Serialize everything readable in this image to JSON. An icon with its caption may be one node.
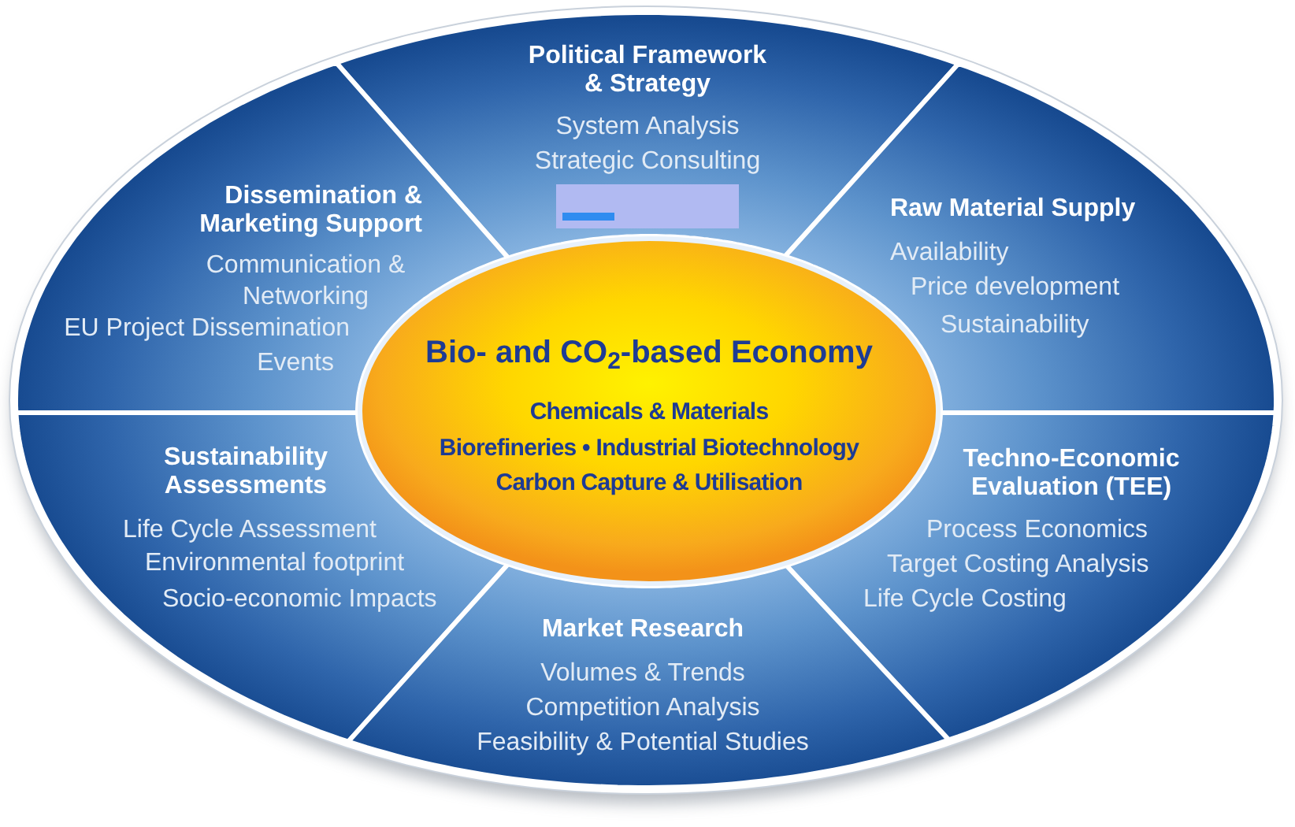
{
  "diagram": {
    "nodes": [
      {
        "text": [
          "Political Framework & Strategy",
          "System Analysis",
          "Strategic Consulting"
        ]
      },
      {
        "text": [
          "Dissemination & Marketing Support",
          "Communication & Networking",
          "EU Project Dissemination",
          "Events"
        ]
      },
      {
        "text": [
          "Raw Material Supply",
          "Availability",
          "Price development",
          "Sustainability"
        ]
      },
      {
        "text": [
          "Bio- and CO$_{2}$-based Economy",
          "Chemicals & Materials",
          "Biorefineries • Industrial Biotechnology",
          "Carbon Capture & Utilisation"
        ]
      },
      {
        "text": [
          "Sustainability Assessments",
          "Life Cycle Assessment",
          "Environmental footprint",
          "Socio-economic Impacts"
        ]
      },
      {
        "text": [
          "Techno-Economic Evaluation (TEE)",
          "Process Economics",
          "Target Costing Analysis",
          "Life Cycle Costing"
        ]
      },
      {
        "text": [
          "Market Research",
          "Volumes & Trends",
          "Competition Analysis",
          "Feasibility & Potential Studies"
        ]
      }
    ]
  }
}
